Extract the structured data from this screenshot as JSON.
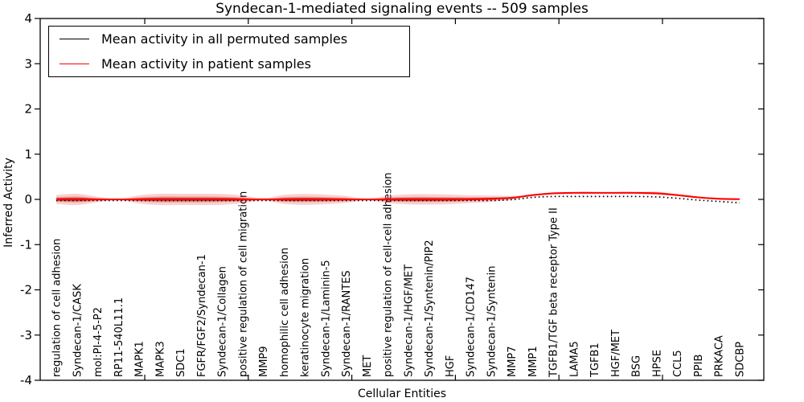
{
  "title": "Syndecan-1-mediated signaling events -- 509 samples",
  "axes": {
    "xlabel": "Cellular Entities",
    "ylabel": "Inferred Activity",
    "yticks": [
      "4",
      "3",
      "2",
      "1",
      "0",
      "-1",
      "-2",
      "-3",
      "-4"
    ]
  },
  "legend": {
    "items": [
      {
        "label": "Mean activity in all permuted samples",
        "color": "#000000"
      },
      {
        "label": "Mean activity in patient samples",
        "color": "#ff0000"
      }
    ]
  },
  "chart_data": {
    "type": "area",
    "title": "Syndecan-1-mediated signaling events -- 509 samples",
    "xlabel": "Cellular Entities",
    "ylabel": "Inferred Activity",
    "ylim": [
      -4,
      4
    ],
    "grid": false,
    "legend_position": "upper left",
    "categories": [
      "regulation of cell adhesion",
      "Syndecan-1/CASK",
      "mol:PI-4-5-P2",
      "RP11-540L11.1",
      "MAPK1",
      "MAPK3",
      "SDC1",
      "FGFR/FGF2/Syndecan-1",
      "Syndecan-1/Collagen",
      "positive regulation of cell migration",
      "MMP9",
      "homophilic cell adhesion",
      "keratinocyte migration",
      "Syndecan-1/Laminin-5",
      "Syndecan-1/RANTES",
      "MET",
      "positive regulation of cell-cell adhesion",
      "Syndecan-1/HGF/MET",
      "Syndecan-1/Syntenin/PIP2",
      "HGF",
      "Syndecan-1/CD147",
      "Syndecan-1/Syntenin",
      "MMP7",
      "MMP1",
      "TGFB1/TGF beta receptor Type II",
      "LAMA5",
      "TGFB1",
      "HGF/MET",
      "BSG",
      "HPSE",
      "CCL5",
      "PPIB",
      "PRKACA",
      "SDCBP"
    ],
    "series": [
      {
        "name": "Mean activity in all permuted samples",
        "color": "#000000",
        "style": "solid-with-dotted-overlay",
        "values": [
          0.01,
          0.01,
          0.01,
          0.01,
          0.01,
          0.01,
          0.01,
          0.01,
          0.01,
          0.01,
          0.01,
          0.01,
          0.01,
          0.01,
          0.01,
          0.01,
          0.01,
          0.01,
          0.01,
          0.01,
          0.01,
          0.01,
          0.03,
          0.08,
          0.1,
          0.1,
          0.1,
          0.1,
          0.1,
          0.09,
          0.06,
          0.02,
          -0.01,
          -0.04
        ]
      },
      {
        "name": "Mean activity in patient samples",
        "color": "#ff0000",
        "style": "solid",
        "values": [
          0.035,
          0.035,
          0.035,
          0.035,
          0.035,
          0.035,
          0.035,
          0.035,
          0.035,
          0.035,
          0.035,
          0.035,
          0.035,
          0.035,
          0.035,
          0.035,
          0.035,
          0.035,
          0.035,
          0.035,
          0.04,
          0.05,
          0.07,
          0.13,
          0.17,
          0.18,
          0.18,
          0.18,
          0.18,
          0.17,
          0.13,
          0.08,
          0.05,
          0.04
        ]
      }
    ],
    "bands": [
      {
        "name": "outer-spread",
        "fill": "rgba(222,45,38,0.22)",
        "half_widths": [
          0.1,
          0.125,
          0.06,
          0.012,
          0.09,
          0.125,
          0.125,
          0.125,
          0.12,
          0.085,
          0.025,
          0.1,
          0.12,
          0.105,
          0.075,
          0.015,
          0.08,
          0.11,
          0.115,
          0.105,
          0.085,
          0.07,
          0.04,
          0.008,
          0.004,
          0.004,
          0.004,
          0.006,
          0.018,
          0.035,
          0.018,
          0.004,
          0.004,
          0.004
        ]
      },
      {
        "name": "inner-spread",
        "fill": "rgba(222,45,38,0.33)",
        "half_widths": [
          0.05,
          0.065,
          0.03,
          0.006,
          0.045,
          0.065,
          0.065,
          0.065,
          0.06,
          0.042,
          0.012,
          0.05,
          0.06,
          0.052,
          0.037,
          0.007,
          0.04,
          0.055,
          0.057,
          0.052,
          0.042,
          0.035,
          0.02,
          0.004,
          0.002,
          0.002,
          0.002,
          0.002,
          0.004,
          0.01,
          0.004,
          0.002,
          0.002,
          0.002
        ]
      },
      {
        "name": "core-spread",
        "fill": "rgba(120,22,18,0.55)",
        "half_widths": [
          0.03,
          0.038,
          0.018,
          0.004,
          0.027,
          0.038,
          0.038,
          0.038,
          0.036,
          0.025,
          0.007,
          0.03,
          0.036,
          0.031,
          0.022,
          0.004,
          0.024,
          0.033,
          0.034,
          0.031,
          0.025,
          0.021,
          0.012,
          0.002,
          0.001,
          0.001,
          0.001,
          0.001,
          0.002,
          0.004,
          0.002,
          0.001,
          0.001,
          0.001
        ]
      }
    ],
    "xtick_indices": [
      4,
      9,
      14,
      19,
      24,
      29
    ]
  }
}
